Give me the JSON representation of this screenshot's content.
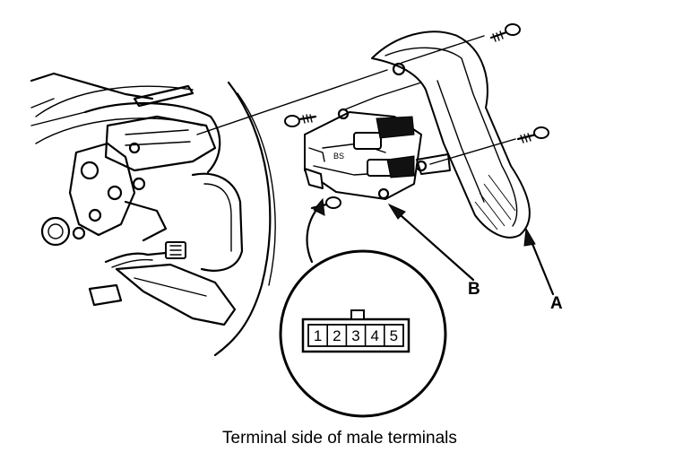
{
  "callouts": {
    "a": "A",
    "b": "B"
  },
  "connector": {
    "pins": [
      "1",
      "2",
      "3",
      "4",
      "5"
    ]
  },
  "caption": "Terminal side of male terminals"
}
